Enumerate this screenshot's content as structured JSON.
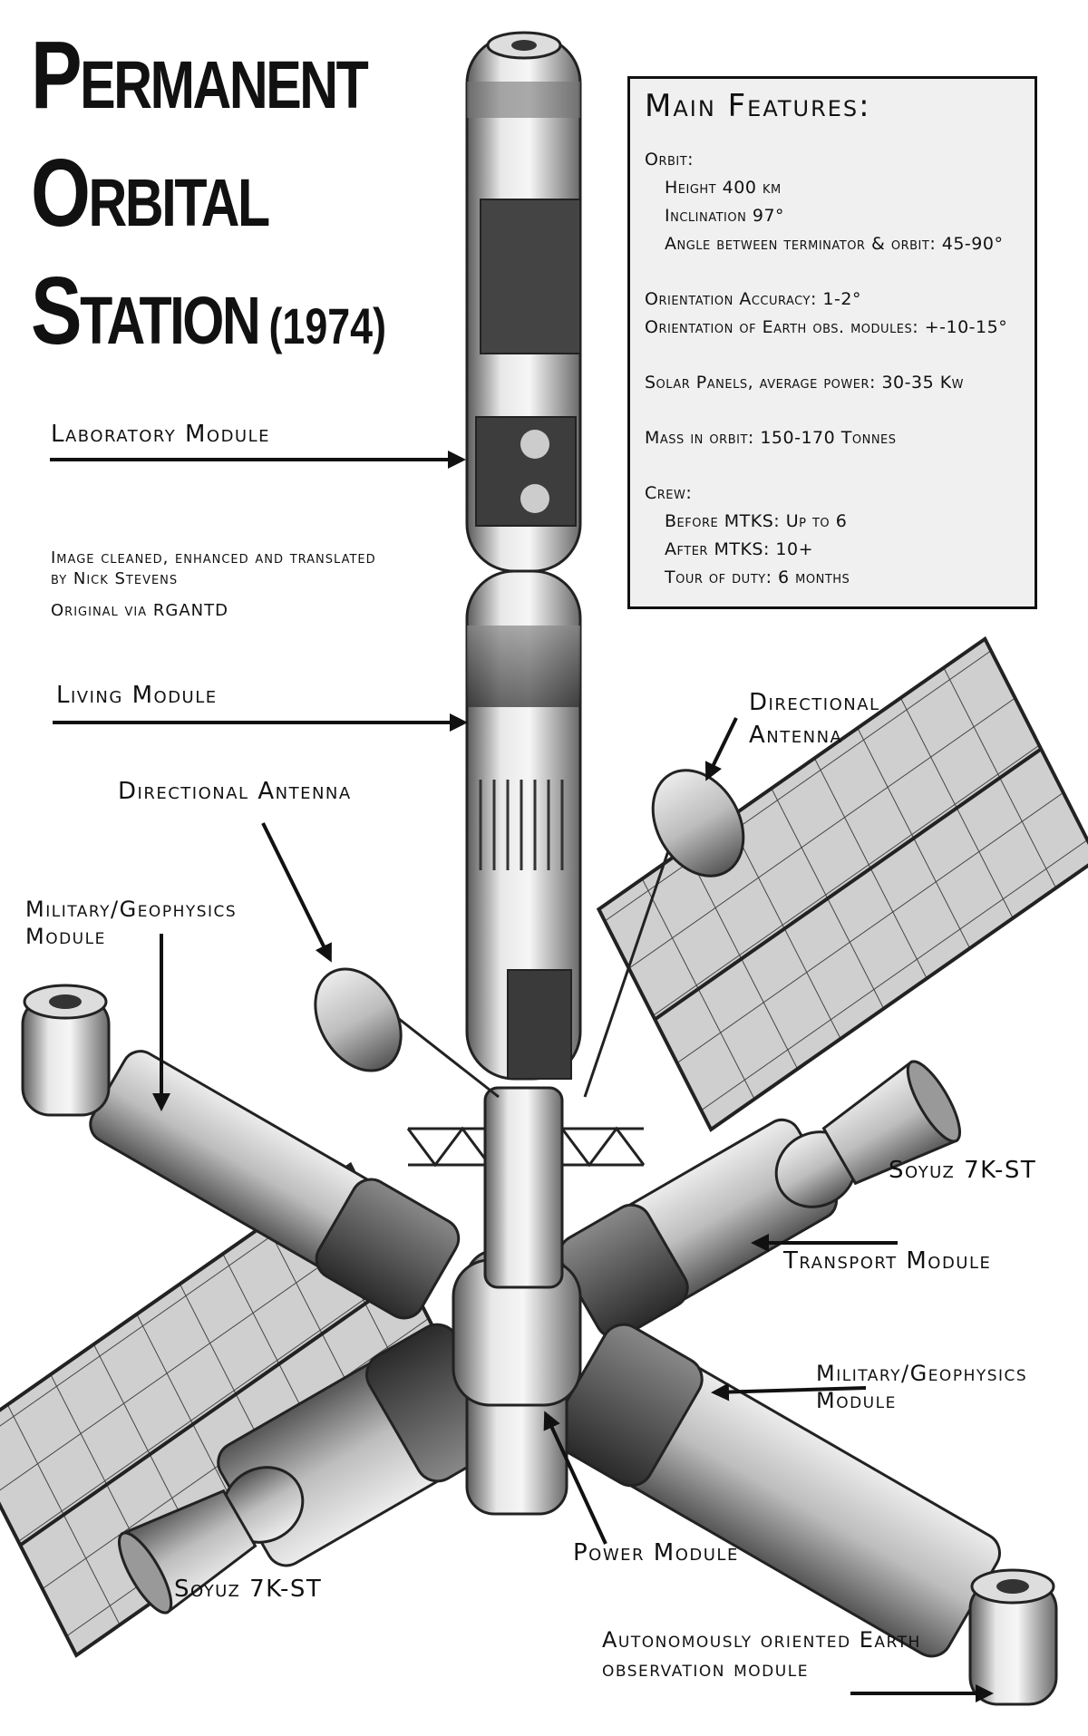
{
  "title": {
    "line1": "Permanent",
    "line2": "Orbital",
    "line3": "Station",
    "year": "(1974)"
  },
  "features": {
    "heading": "Main Features:",
    "lines": [
      {
        "text": "Orbit:",
        "indent": false,
        "gap": false
      },
      {
        "text": "Height 400 km",
        "indent": true,
        "gap": false
      },
      {
        "text": "Inclination 97°",
        "indent": true,
        "gap": false
      },
      {
        "text": "Angle between terminator & orbit: 45-90°",
        "indent": true,
        "gap": false
      },
      {
        "text": "Orientation Accuracy: 1-2°",
        "indent": false,
        "gap": true
      },
      {
        "text": "Orientation of Earth obs. modules: +-10-15°",
        "indent": false,
        "gap": false
      },
      {
        "text": "Solar Panels, average power: 30-35 Kw",
        "indent": false,
        "gap": true
      },
      {
        "text": "Mass in orbit: 150-170 Tonnes",
        "indent": false,
        "gap": true
      },
      {
        "text": "Crew:",
        "indent": false,
        "gap": true
      },
      {
        "text": "Before MTKS: Up to 6",
        "indent": true,
        "gap": false
      },
      {
        "text": "After MTKS: 10+",
        "indent": true,
        "gap": false
      },
      {
        "text": "Tour of duty: 6 months",
        "indent": true,
        "gap": false
      }
    ]
  },
  "credits": {
    "line1": "Image cleaned, enhanced and translated",
    "line2": "by Nick Stevens",
    "line3": "Original via RGANTD"
  },
  "labels": {
    "laboratory_module": "Laboratory Module",
    "living_module": "Living Module",
    "directional_antenna_left": "Directional Antenna",
    "directional_antenna_right_1": "Directional",
    "directional_antenna_right_2": "Antenna",
    "military_geophysics_left_1": "Military/Geophysics",
    "military_geophysics_left_2": "Module",
    "soyuz_right": "Soyuz 7K-ST",
    "transport_module": "Transport Module",
    "military_geophysics_right_1": "Military/Geophysics",
    "military_geophysics_right_2": "Module",
    "power_module": "Power Module",
    "soyuz_left": "Soyuz 7K-ST",
    "autonomous_module_1": "Autonomously oriented Earth",
    "autonomous_module_2": "observation module"
  }
}
